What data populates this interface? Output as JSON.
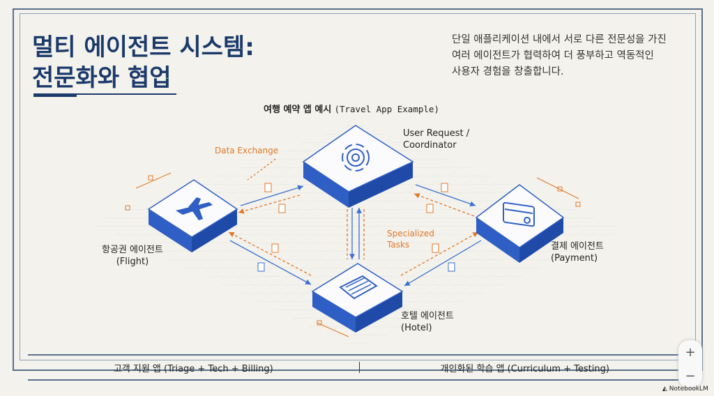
{
  "title": {
    "line1": "멀티 에이전트 시스템:",
    "line2": "전문화와 협업"
  },
  "description": {
    "line1": "단일 애플리케이션 내에서 서로 다른 전문성을 가진",
    "line2": "여러 에이전트가 협력하여 더 풍부하고 역동적인",
    "line3": "사용자 경험을 창출합니다."
  },
  "diagram": {
    "subtitle_ko": "여행 예약 앱 예시",
    "subtitle_en": "(Travel App Example)",
    "coordinator": {
      "line1": "User Request /",
      "line2": "Coordinator",
      "icon": "gear-icon"
    },
    "flight": {
      "line1": "항공권 에이전트",
      "line2": "(Flight)",
      "icon": "airplane-icon"
    },
    "payment": {
      "line1": "결제 에이전트",
      "line2": "(Payment)",
      "icon": "credit-card-icon"
    },
    "hotel": {
      "line1": "호텔 에이전트",
      "line2": "(Hotel)",
      "icon": "building-icon"
    },
    "data_exchange": "Data Exchange",
    "specialized_1": "Specialized",
    "specialized_2": "Tasks"
  },
  "bottom": {
    "left": "고객 지원 앱 (Triage + Tech + Billing)",
    "right": "개인화된 학습 앱 (Curriculum + Testing)"
  },
  "zoom": {
    "plus": "+",
    "minus": "−"
  },
  "watermark": "NotebookLM",
  "colors": {
    "navy": "#1b3a6b",
    "blue": "#2f5fc4",
    "orange": "#e0782a"
  }
}
